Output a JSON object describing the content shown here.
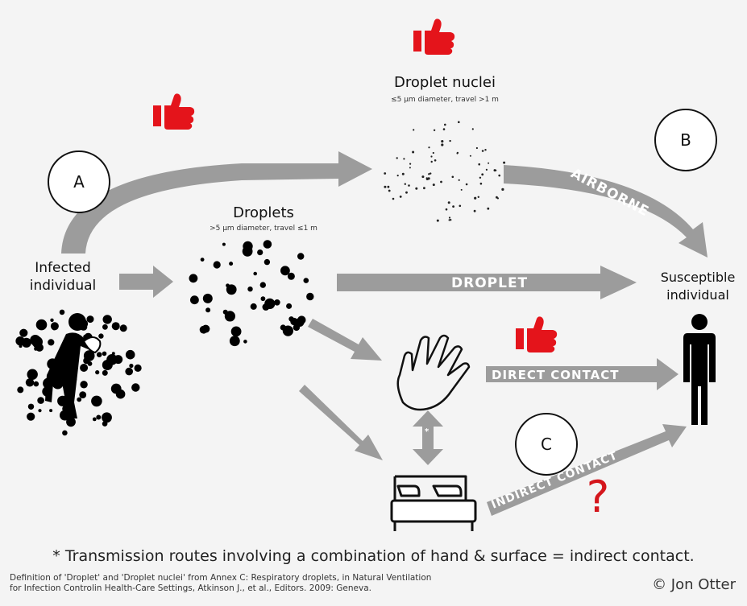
{
  "nodes": {
    "droplet_nuclei": {
      "title": "Droplet nuclei",
      "subtitle": "≤5 μm diameter,  travel >1 m"
    },
    "droplets": {
      "title": "Droplets",
      "subtitle": ">5 μm diameter,  travel ≤1 m"
    },
    "infected": {
      "line1": "Infected",
      "line2": "individual"
    },
    "susceptible": {
      "line1": "Susceptible",
      "line2": "individual"
    }
  },
  "routes": {
    "airborne": "AIRBORNE",
    "droplet": "DROPLET",
    "direct_contact": "DIRECT  CONTACT",
    "indirect_contact": "INDIRECT  CONTACT",
    "asterisk": "*"
  },
  "markers": {
    "a": "A",
    "b": "B",
    "c": "C",
    "question": "?"
  },
  "colors": {
    "arrow": "#9c9c9c",
    "thumb": "#e4141b",
    "question": "#d4161c",
    "ink": "#000000"
  },
  "icons": [
    "thumbs-up-icon",
    "hand-icon",
    "bed-icon",
    "person-icon",
    "coughing-person-icon",
    "question-mark-icon"
  ],
  "footnote": "* Transmission routes involving a combination of hand & surface = indirect contact.",
  "source_line1": "Definition  of 'Droplet' and  'Droplet nuclei' from Annex C: Respiratory droplets, in Natural Ventilation",
  "source_line2": "for Infection Controlin  Health-Care Settings, Atkinson J., et al., Editors. 2009: Geneva.",
  "copyright": "© Jon Otter"
}
